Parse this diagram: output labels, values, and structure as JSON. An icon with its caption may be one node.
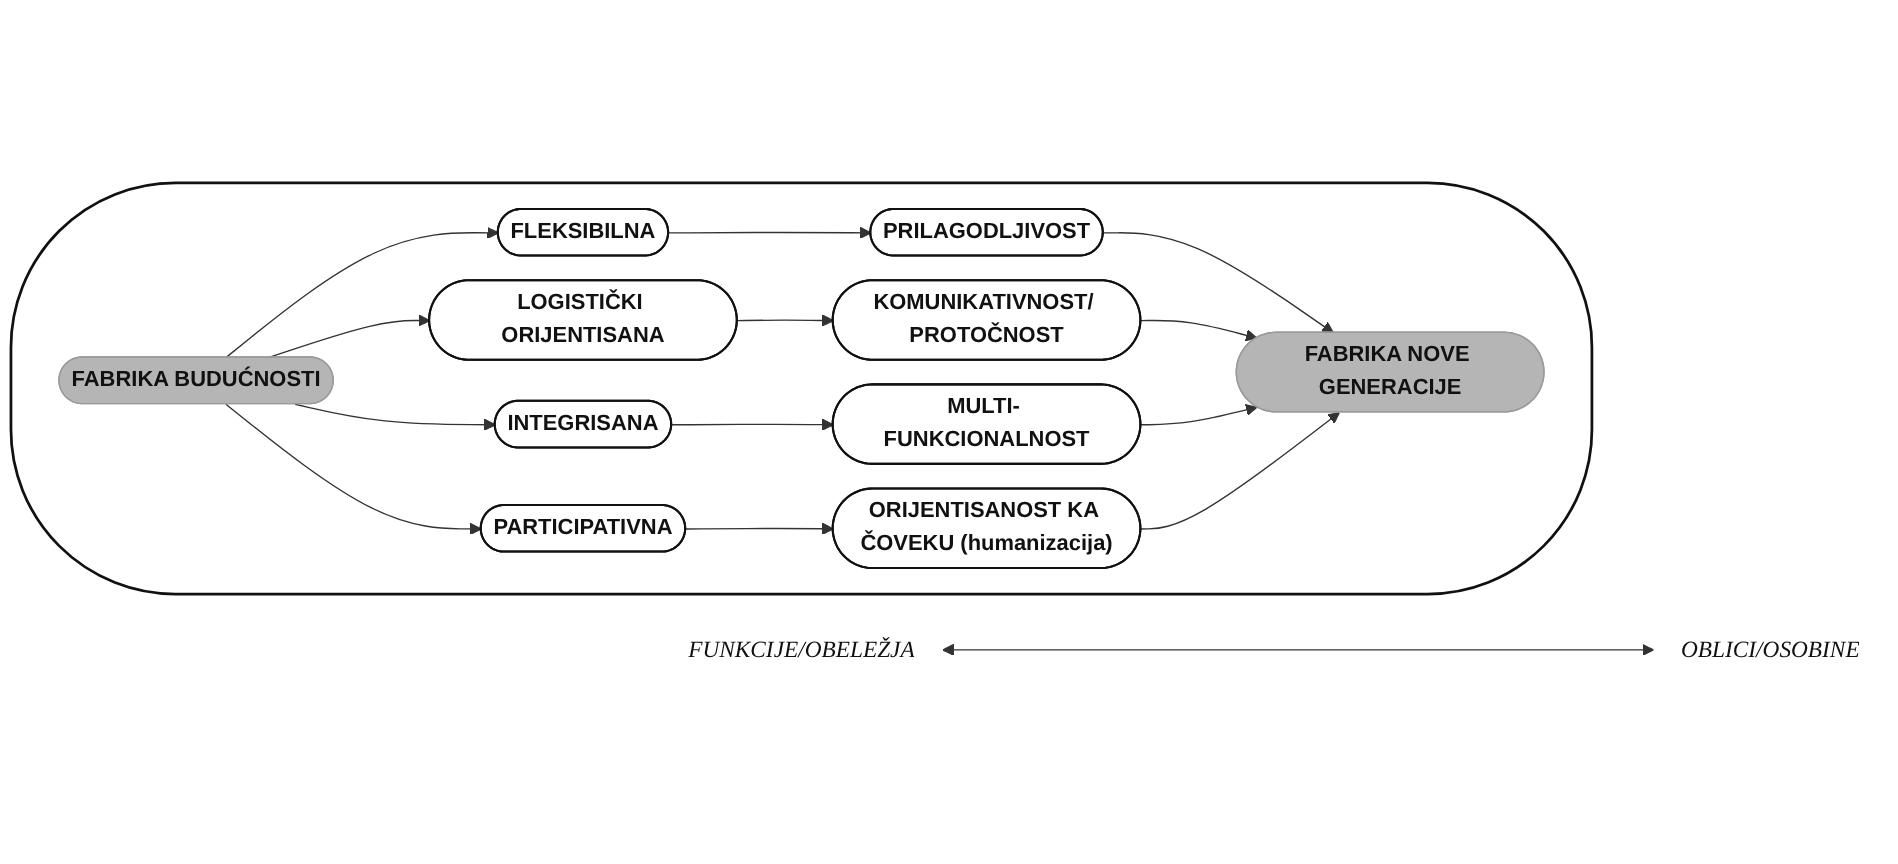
{
  "diagram": {
    "nodes": [
      {
        "text": [],
        "shape": "ellipse"
      },
      {
        "text": [
          "FABRIKA BUDUĆNOSTI"
        ],
        "in": 0
      },
      {
        "text": [
          "FLEKSIBILNA"
        ],
        "in": 0
      },
      {
        "text": [
          "LOGISTIČKI ORIJENTISANA"
        ],
        "in": 0
      },
      {
        "text": [
          "INTEGRISANA"
        ],
        "in": 0
      },
      {
        "text": [
          "PARTICIPATIVNA"
        ],
        "in": 0
      },
      {
        "text": [
          "PRILAGODLJIVOST"
        ],
        "in": 0
      },
      {
        "text": [
          "KOMUNIKATIVNOST/ PROTOČNOST"
        ],
        "in": 0
      },
      {
        "text": [
          "MULTI- FUNKCIONALNOST"
        ],
        "in": 0
      },
      {
        "text": [
          "ORIJENTISANOST KA ČOVEKU (humanizacija)"
        ],
        "in": 0
      },
      {
        "text": [
          "FABRIKA NOVE GENERACIJE"
        ],
        "in": 0
      },
      {
        "text": [
          "FUNKCIJE/OBELEŽJA"
        ]
      },
      {
        "text": [
          "OBLICI/OSOBINE"
        ]
      }
    ],
    "edges": [
      {
        "from": 1,
        "to": 2,
        "arrow": "to"
      },
      {
        "from": 1,
        "to": 3,
        "arrow": "to"
      },
      {
        "from": 1,
        "to": 4,
        "arrow": "to"
      },
      {
        "from": 1,
        "to": 5,
        "arrow": "to"
      },
      {
        "from": 2,
        "to": 6,
        "arrow": "to"
      },
      {
        "from": 3,
        "to": 7,
        "arrow": "to"
      },
      {
        "from": 4,
        "to": 8,
        "arrow": "to"
      },
      {
        "from": 5,
        "to": 9,
        "arrow": "to"
      },
      {
        "from": 6,
        "to": 10,
        "arrow": "to"
      },
      {
        "from": 7,
        "to": 10,
        "arrow": "to"
      },
      {
        "from": 8,
        "to": 10,
        "arrow": "to"
      },
      {
        "from": 9,
        "to": 10,
        "arrow": "to"
      },
      {
        "from": 11,
        "to": 12,
        "arrow": "both"
      }
    ]
  }
}
